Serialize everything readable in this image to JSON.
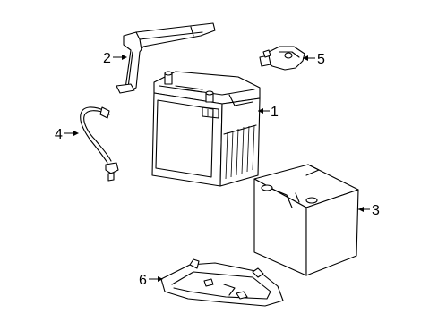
{
  "callouts": {
    "battery": "1",
    "hold_down_clamp": "2",
    "insulator": "3",
    "vent_tube": "4",
    "terminal": "5",
    "battery_tray": "6"
  },
  "colors": {
    "ink": "#000000",
    "paper": "#ffffff"
  }
}
